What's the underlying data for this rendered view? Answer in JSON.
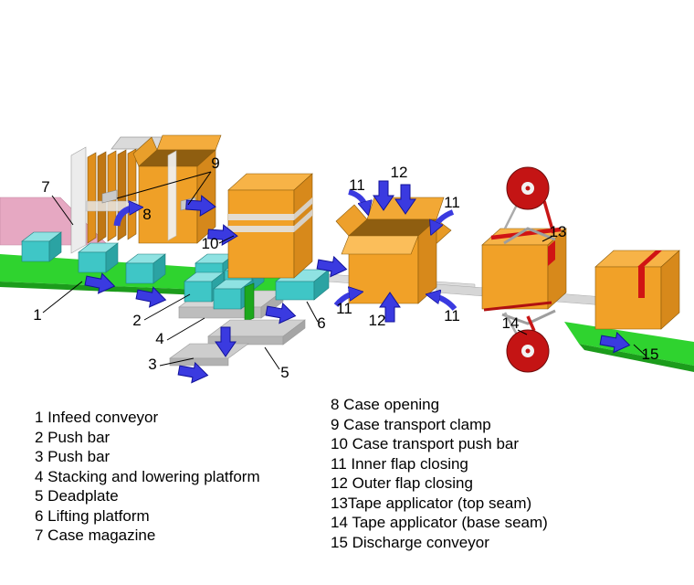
{
  "diagram": {
    "callouts": [
      "7",
      "9",
      "8",
      "10",
      "11",
      "12",
      "11",
      "1",
      "2",
      "4",
      "3",
      "5",
      "6",
      "11",
      "12",
      "11",
      "13",
      "14",
      "15"
    ]
  },
  "legend": {
    "left": [
      "1 Infeed conveyor",
      "2 Push bar",
      "3 Push bar",
      "4 Stacking and lowering platform",
      "5 Deadplate",
      "6 Lifting platform",
      "7 Case magazine"
    ],
    "right": [
      "8 Case opening",
      "9 Case transport clamp",
      "10 Case transport push bar",
      "11 Inner flap closing",
      "12 Outer flap closing",
      "13Tape applicator (top seam)",
      "14 Tape applicator (base seam)",
      "15 Discharge conveyor"
    ]
  },
  "colors": {
    "case_orange": "#F1A128",
    "case_orange_top": "#F7B347",
    "case_orange_side": "#D7891B",
    "product_teal": "#3FC6C6",
    "conveyor_green": "#2FD32F",
    "infeed_pink": "#E6A8C2",
    "arrow_blue": "#3A3AE0",
    "tape_red": "#C81616",
    "machine_gray": "#D6D6D6"
  }
}
